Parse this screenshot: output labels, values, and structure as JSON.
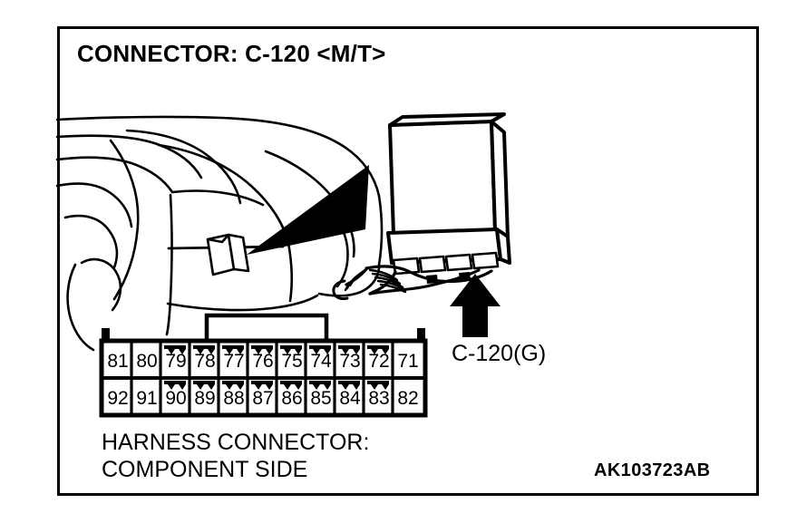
{
  "figure": {
    "title": "CONNECTOR: C-120 <M/T>",
    "code": "AK103723AB",
    "callout_label": "C-120(G)",
    "caption_line1": "HARNESS CONNECTOR:",
    "caption_line2": "COMPONENT SIDE",
    "border_color": "#000000",
    "background_color": "#ffffff",
    "line_color": "#000000"
  },
  "connector": {
    "name": "C-120",
    "transmission_type": "M/T",
    "ground_designator": "G",
    "view": "COMPONENT SIDE",
    "rows": [
      {
        "name": "top-row",
        "pins": [
          "81",
          "80",
          "79",
          "78",
          "77",
          "76",
          "75",
          "74",
          "73",
          "72",
          "71"
        ]
      },
      {
        "name": "bottom-row",
        "pins": [
          "92",
          "91",
          "90",
          "89",
          "88",
          "87",
          "86",
          "85",
          "84",
          "83",
          "82"
        ]
      }
    ]
  },
  "illustration": {
    "vehicle_label": "vehicle-body-outline",
    "module_label": "ecu-module",
    "pointer_label": "pointer-triangle",
    "arrow_label": "callout-arrow",
    "harness_label": "wire-harness"
  }
}
